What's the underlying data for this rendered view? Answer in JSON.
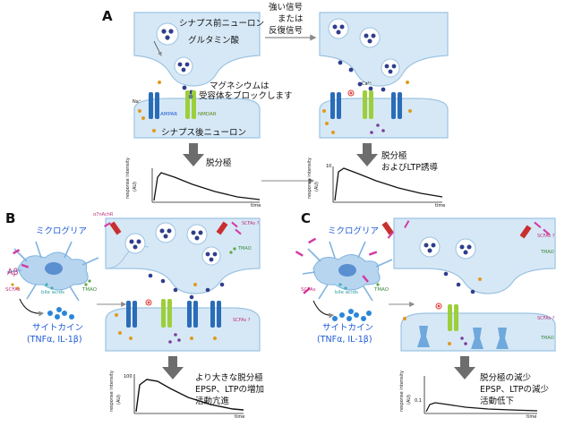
{
  "panels": [
    {
      "letter": "A"
    },
    {
      "letter": "B"
    },
    {
      "letter": "C"
    }
  ],
  "labels": {
    "presynaptic": "シナプス前ニューロン",
    "glutamate": "グルタミン酸",
    "mg_block_1": "マグネシウムは",
    "mg_block_2": "受容体をブロックします",
    "postsynaptic": "シナプス後ニューロン",
    "strong_1": "強い信号",
    "strong_2": "または",
    "strong_3": "反復信号",
    "na": "Na⁺",
    "ca": "Ca²⁺",
    "ampar": "AMPAR",
    "nmdar": "NMDAR",
    "depol_a1": "脱分極",
    "depol_a2_1": "脱分極",
    "depol_a2_2": "およびLTP誘導",
    "microglia": "ミクログリア",
    "abeta": "Aβ",
    "scfas": "SCFAs",
    "scfas_q": "SCFAs ?",
    "bile": "bile acids",
    "tmao": "TMAO",
    "a7": "α7nAchR",
    "cytokine_1": "サイトカイン",
    "cytokine_2": "(TNFα, IL-1β)",
    "b_res_1": "より大きな脱分極",
    "b_res_2": "EPSP、LTPの増加",
    "b_res_3": "活動亢進",
    "c_res_1": "脱分極の減少",
    "c_res_2": "EPSP、LTPの減少",
    "c_res_3": "活動低下",
    "graph_ylabel_1": "response intensity",
    "graph_ylabel_2": "(AU)",
    "graph_x": "time",
    "tick_10": "10",
    "tick_100": "100",
    "tick_01": "0.1"
  },
  "colors": {
    "membrane_fill": "#d6e8f6",
    "membrane_stroke": "#9cc3e2",
    "vesicle_dot": "#2f3e8c",
    "ampar": "#2b6cb8",
    "nmdar": "#9ccf3a",
    "arrow_gray": "#6d6d6d",
    "scfa_magenta": "#d43aa0",
    "microglia": "#7fb3e0"
  }
}
